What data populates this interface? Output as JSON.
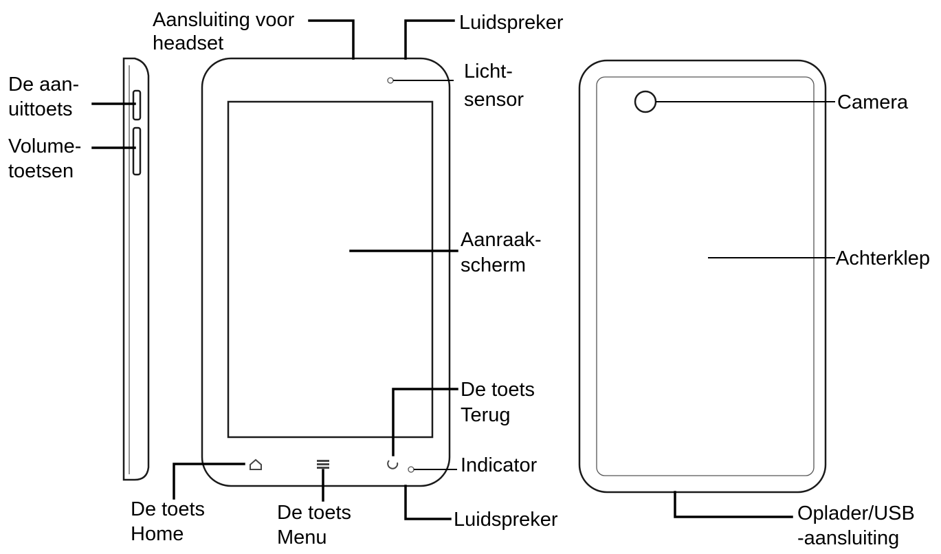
{
  "labels": {
    "power_key": [
      "De aan-",
      "uittoets"
    ],
    "volume_keys": [
      "Volume-",
      "toetsen"
    ],
    "headset_jack": [
      "Aansluiting voor",
      "headset"
    ],
    "speaker_top": [
      "Luidspreker"
    ],
    "light_sensor": [
      "Licht-",
      "sensor"
    ],
    "touchscreen": [
      "Aanraak-",
      "scherm"
    ],
    "back_key": [
      "De toets",
      "Terug"
    ],
    "indicator": [
      "Indicator"
    ],
    "home_key": [
      "De toets",
      "Home"
    ],
    "menu_key": [
      "De toets",
      "Menu"
    ],
    "speaker_bottom": [
      "Luidspreker"
    ],
    "camera": [
      "Camera"
    ],
    "back_cover": [
      "Achterklep"
    ],
    "charger_usb": [
      "Oplader/USB",
      "-aansluiting"
    ]
  },
  "icons": {
    "home": "home-icon",
    "menu": "menu-icon",
    "back": "back-arrow-icon",
    "camera": "camera-lens-icon"
  },
  "colors": {
    "line": "#000000",
    "outline": "#1a1a1a",
    "background": "#ffffff"
  }
}
